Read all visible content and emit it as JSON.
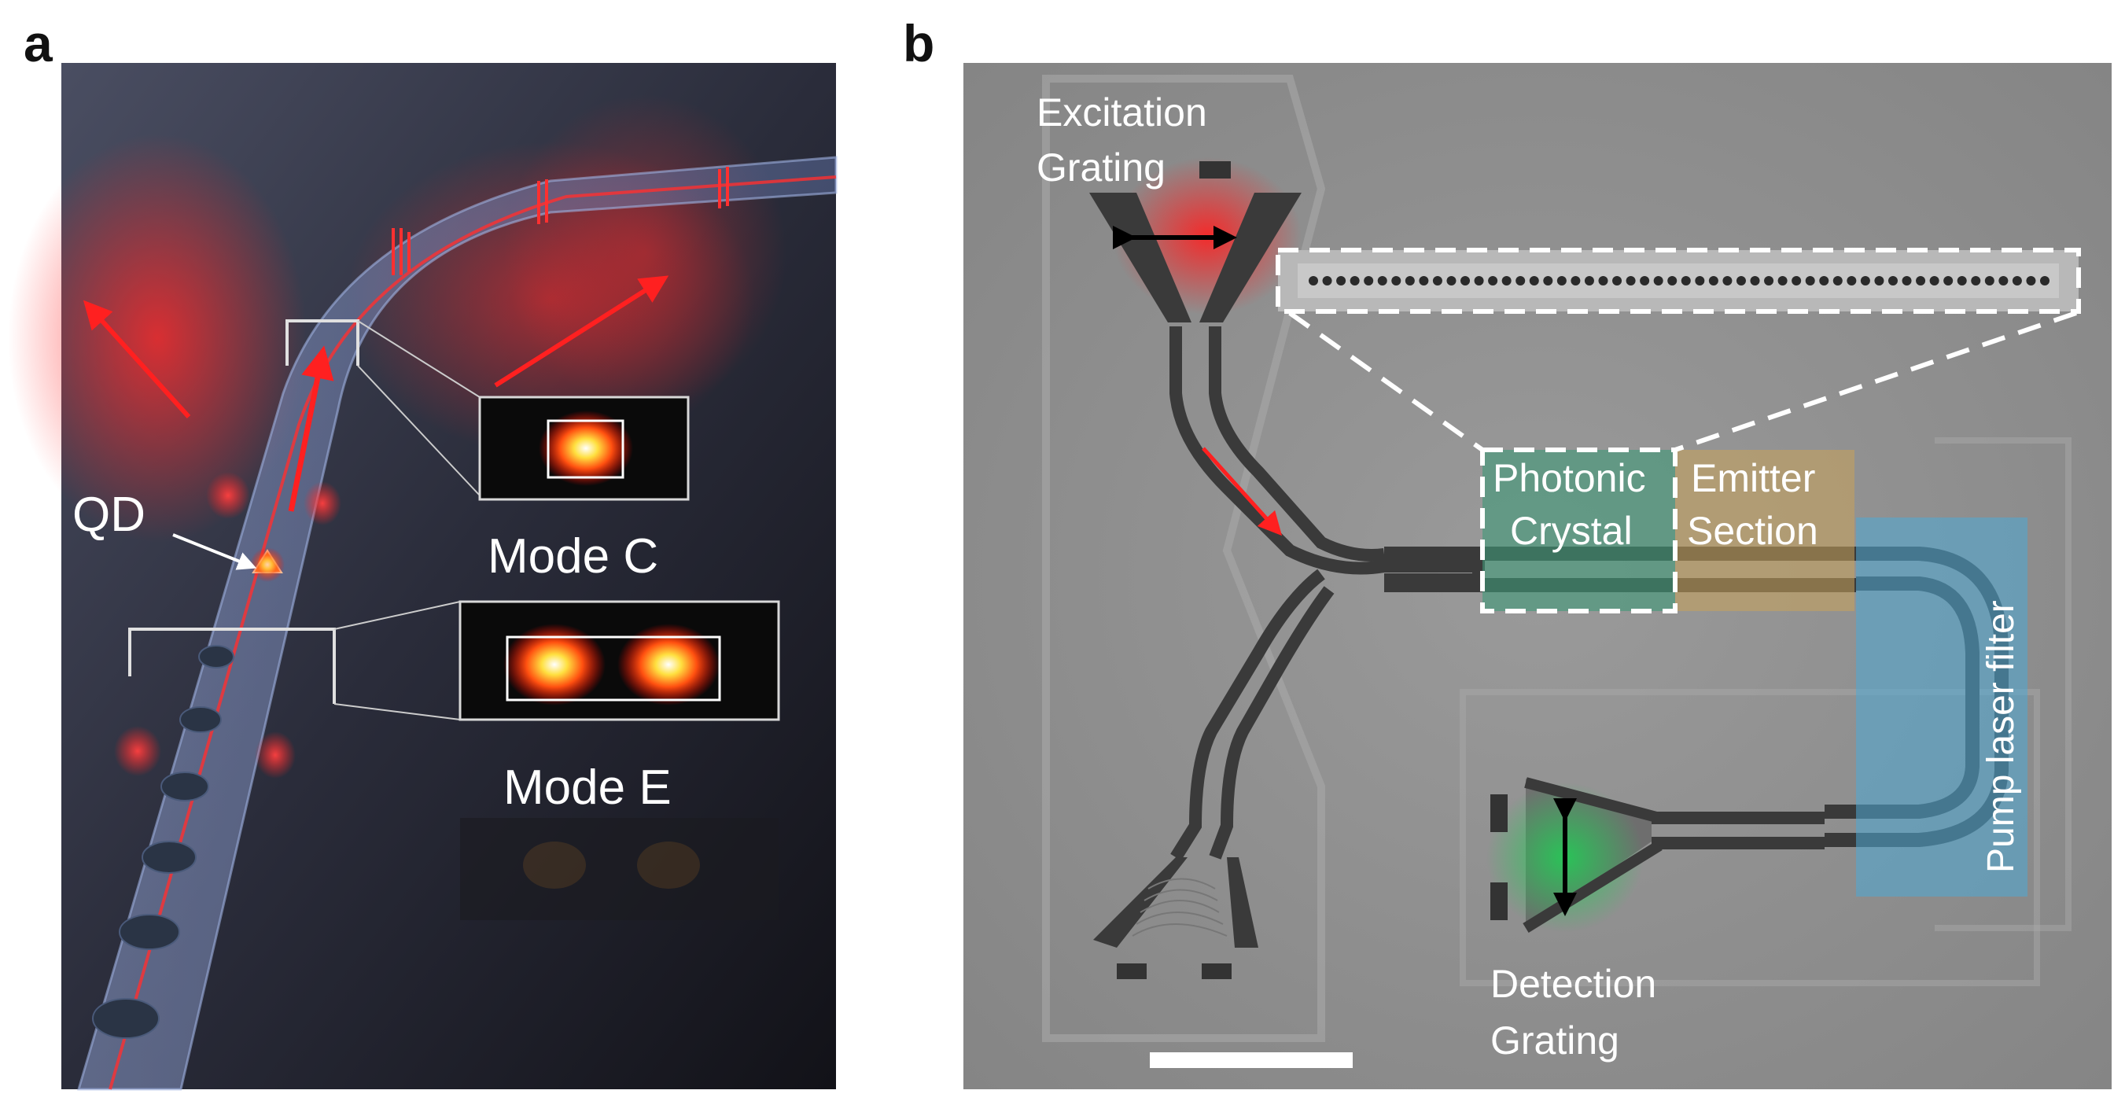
{
  "panel_a": {
    "letter": "a",
    "labels": {
      "qd": "QD",
      "mode_c": "Mode C",
      "mode_e": "Mode E"
    }
  },
  "panel_b": {
    "letter": "b",
    "labels": {
      "excitation_1": "Excitation",
      "excitation_2": "Grating",
      "photonic_1": "Photonic",
      "photonic_2": "Crystal",
      "emitter_1": "Emitter",
      "emitter_2": "Section",
      "pump_filter": "Pump laser filter",
      "detection_1": "Detection",
      "detection_2": "Grating"
    },
    "colors": {
      "photonic_crystal": "#3f9a78",
      "emitter_section": "#c9a35a",
      "pump_filter": "#4ea9d6",
      "excitation_glow": "#ff2020",
      "detection_glow": "#22cc55"
    }
  }
}
